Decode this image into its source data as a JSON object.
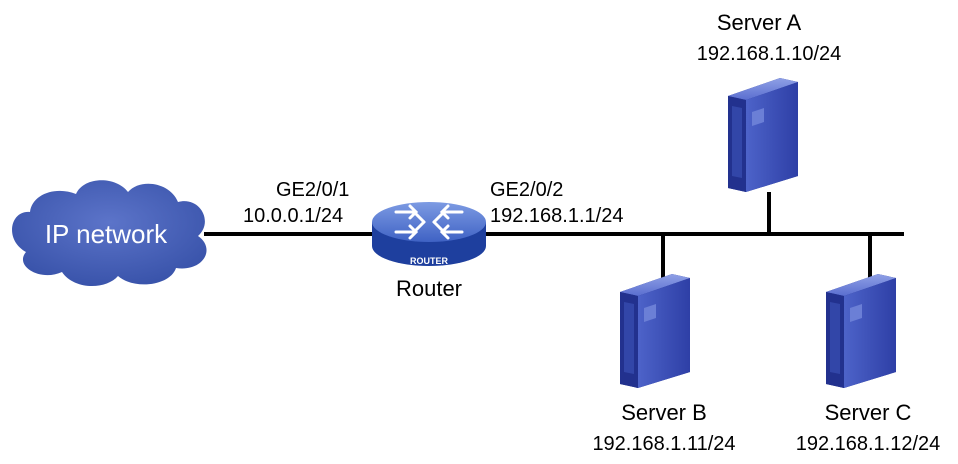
{
  "cloud": {
    "label": "IP network"
  },
  "router": {
    "badge": "ROUTER",
    "name": "Router",
    "left_port": {
      "name": "GE2/0/1",
      "ip": "10.0.0.1/24"
    },
    "right_port": {
      "name": "GE2/0/2",
      "ip": "192.168.1.1/24"
    }
  },
  "servers": [
    {
      "name": "Server A",
      "ip": "192.168.1.10/24"
    },
    {
      "name": "Server B",
      "ip": "192.168.1.11/24"
    },
    {
      "name": "Server C",
      "ip": "192.168.1.12/24"
    }
  ],
  "colors": {
    "cloud": "#4a63b8",
    "router_top": "#5b80d6",
    "router_side": "#1e3f9e",
    "server_front": "#3b4fb8",
    "server_side": "#1c2a82",
    "line": "#000000"
  }
}
